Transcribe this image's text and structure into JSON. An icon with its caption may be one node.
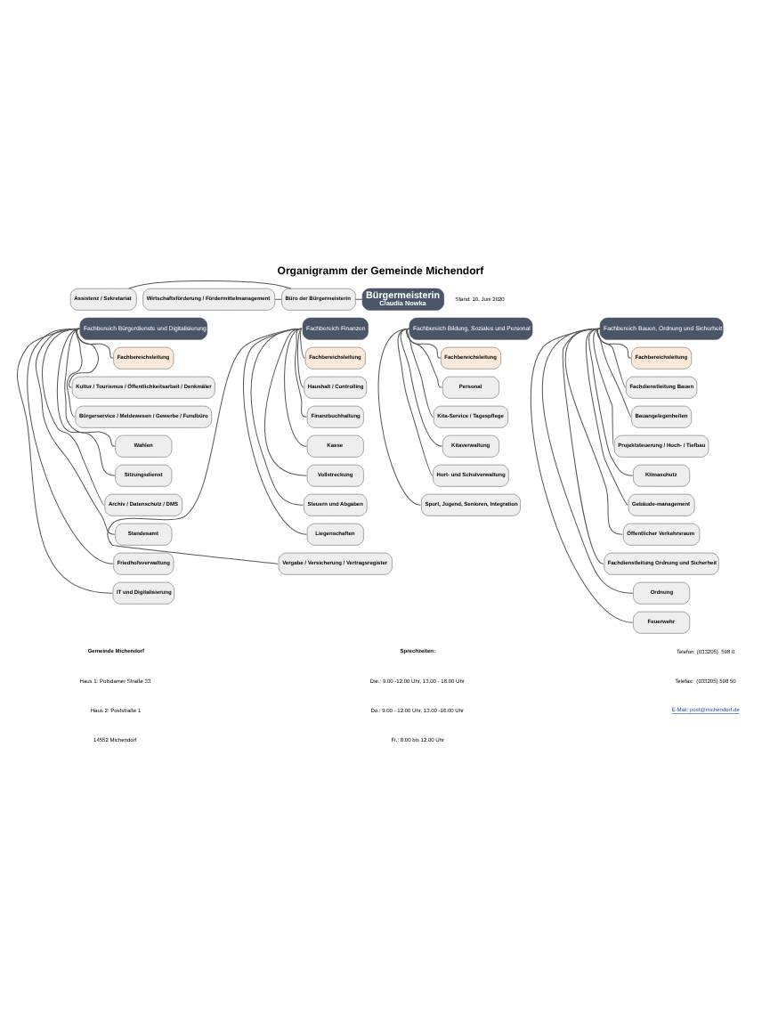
{
  "diagram": {
    "title": "Organigramm der Gemeinde Michendorf",
    "nodes": [
      {
        "text": [
          "Assistenz / Sekretariat"
        ]
      },
      {
        "text": [
          "Wirtschaftsförderung / Fördermittelmanagement"
        ]
      },
      {
        "text": [
          "Büro der Bürgermeisterin"
        ]
      },
      {
        "text": [
          "Bürgermeisterin",
          "Claudia Nowka"
        ]
      },
      {
        "text": [
          "Fachbereich Bürgerdienste und Digitalisierung"
        ]
      },
      {
        "text": [
          "Fachbereichsleitung"
        ]
      },
      {
        "text": [
          "Kultur / Tourismus / Öffentlichkeitsarbeit / Denkmäler"
        ]
      },
      {
        "text": [
          "Bürgerservice / Meldewesen / Gewerbe / Fundbüro"
        ]
      },
      {
        "text": [
          "Wahlen"
        ]
      },
      {
        "text": [
          "Sitzungsdienst"
        ]
      },
      {
        "text": [
          "Archiv / Datenschutz / DMS"
        ]
      },
      {
        "text": [
          "Standesamt"
        ]
      },
      {
        "text": [
          "Friedhofsverwaltung"
        ]
      },
      {
        "text": [
          "IT und Digitalisierung"
        ]
      },
      {
        "text": [
          "Fachbereich Finanzen"
        ]
      },
      {
        "text": [
          "Fachbereichsleitung"
        ]
      },
      {
        "text": [
          "Haushalt / Controlling"
        ]
      },
      {
        "text": [
          "Finanzbuchhaltung"
        ]
      },
      {
        "text": [
          "Kasse"
        ]
      },
      {
        "text": [
          "Vollstreckung"
        ]
      },
      {
        "text": [
          "Steuern und Abgaben"
        ]
      },
      {
        "text": [
          "Liegenschaften"
        ]
      },
      {
        "text": [
          "Vergabe / Versicherung / Vertragsregister"
        ]
      },
      {
        "text": [
          "Fachbereich Bildung, Soziales und Personal"
        ]
      },
      {
        "text": [
          "Fachbereichsleitung"
        ]
      },
      {
        "text": [
          "Personal"
        ]
      },
      {
        "text": [
          "Kita-Service / Tagespflege"
        ]
      },
      {
        "text": [
          "Kitaverwaltung"
        ]
      },
      {
        "text": [
          "Hort- und Schulverwaltung"
        ]
      },
      {
        "text": [
          "Sport, Jugend, Senioren, Integration"
        ]
      },
      {
        "text": [
          "Fachbereich Bauen, Ordnung und Sicherheit"
        ]
      },
      {
        "text": [
          "Fachbereichsleitung"
        ]
      },
      {
        "text": [
          "Fachdienstleitung Bauen"
        ]
      },
      {
        "text": [
          "Bauangelegenheiten"
        ]
      },
      {
        "text": [
          "Projektsteuerung / Hoch- / Tiefbau"
        ]
      },
      {
        "text": [
          "Klimaschutz"
        ]
      },
      {
        "text": [
          "Gebäude-management"
        ]
      },
      {
        "text": [
          "Öffentlicher Verkehrsraum"
        ]
      },
      {
        "text": [
          "Fachdienstleitung Ordnung und Sicherheit"
        ]
      },
      {
        "text": [
          "Ordnung"
        ]
      },
      {
        "text": [
          "Feuerwehr"
        ]
      }
    ],
    "edges": [
      {
        "from": 0,
        "to": 2,
        "arrow": "none"
      },
      {
        "from": 1,
        "to": 2,
        "arrow": "none"
      },
      {
        "from": 2,
        "to": 3,
        "arrow": "none"
      },
      {
        "from": 4,
        "to": 5,
        "arrow": "none"
      },
      {
        "from": 4,
        "to": 6,
        "arrow": "none"
      },
      {
        "from": 4,
        "to": 7,
        "arrow": "none"
      },
      {
        "from": 4,
        "to": 8,
        "arrow": "none"
      },
      {
        "from": 4,
        "to": 9,
        "arrow": "none"
      },
      {
        "from": 4,
        "to": 10,
        "arrow": "none"
      },
      {
        "from": 4,
        "to": 11,
        "arrow": "none"
      },
      {
        "from": 4,
        "to": 12,
        "arrow": "none"
      },
      {
        "from": 4,
        "to": 13,
        "arrow": "none"
      },
      {
        "from": 14,
        "to": 15,
        "arrow": "none"
      },
      {
        "from": 14,
        "to": 16,
        "arrow": "none"
      },
      {
        "from": 14,
        "to": 17,
        "arrow": "none"
      },
      {
        "from": 14,
        "to": 18,
        "arrow": "none"
      },
      {
        "from": 14,
        "to": 19,
        "arrow": "none"
      },
      {
        "from": 14,
        "to": 20,
        "arrow": "none"
      },
      {
        "from": 14,
        "to": 21,
        "arrow": "none"
      },
      {
        "from": 14,
        "to": 22,
        "arrow": "none"
      },
      {
        "from": 23,
        "to": 24,
        "arrow": "none"
      },
      {
        "from": 23,
        "to": 25,
        "arrow": "none"
      },
      {
        "from": 23,
        "to": 26,
        "arrow": "none"
      },
      {
        "from": 23,
        "to": 27,
        "arrow": "none"
      },
      {
        "from": 23,
        "to": 28,
        "arrow": "none"
      },
      {
        "from": 23,
        "to": 29,
        "arrow": "none"
      },
      {
        "from": 30,
        "to": 31,
        "arrow": "none"
      },
      {
        "from": 30,
        "to": 32,
        "arrow": "none"
      },
      {
        "from": 30,
        "to": 33,
        "arrow": "none"
      },
      {
        "from": 30,
        "to": 34,
        "arrow": "none"
      },
      {
        "from": 30,
        "to": 35,
        "arrow": "none"
      },
      {
        "from": 30,
        "to": 36,
        "arrow": "none"
      },
      {
        "from": 30,
        "to": 37,
        "arrow": "none"
      },
      {
        "from": 30,
        "to": 38,
        "arrow": "none"
      },
      {
        "from": 30,
        "to": 39,
        "arrow": "none"
      },
      {
        "from": 30,
        "to": 40,
        "arrow": "none"
      }
    ],
    "labels": [
      "Stand: 10. Juni 2020",
      "Gemeinde Michendorf",
      "Haus 1: Potsdamer Straße 33",
      "Haus 2: Poststraße 1",
      "14552 Michendorf",
      "Telefon: (033205)  598 0",
      "Telefax:  (033205) 598 50",
      "E-Mail: post@michendorf.de",
      "Sprechzeiten:",
      "Die.: 9.00 -12.00 Uhr, 13.00 - 18.00 Uhr",
      "Do.: 9.00 - 12.00 Uhr, 13.00 -16.00 Uhr",
      "Fr.: 8:00 bis 12.00 Uhr"
    ]
  }
}
